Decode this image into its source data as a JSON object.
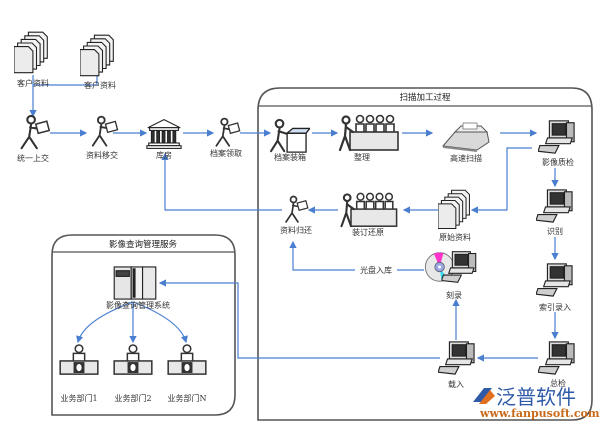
{
  "diagram": {
    "colors": {
      "arrow": "#4a7fd0",
      "panel_border": "#555555",
      "logo_blue": "#2f5aa8",
      "logo_orange": "#e07020"
    },
    "panels": {
      "scan": {
        "title": "扫描加工过程"
      },
      "query": {
        "title": "影像查询管理服务"
      }
    },
    "nodes": {
      "customer_docs_1": {
        "label": "客户资料",
        "icon": "document-stack"
      },
      "customer_docs_2": {
        "label": "客户资料",
        "icon": "document-stack"
      },
      "unified_submit": {
        "label": "统一上交",
        "icon": "person-carrying"
      },
      "doc_transfer": {
        "label": "资料移交",
        "icon": "person-carrying"
      },
      "warehouse": {
        "label": "库房",
        "icon": "bank-building"
      },
      "archive_pickup": {
        "label": "档案领取",
        "icon": "person-carrying"
      },
      "archive_boxing": {
        "label": "档案装箱",
        "icon": "person-box"
      },
      "organize": {
        "label": "整理",
        "icon": "people-at-table"
      },
      "high_speed_scan": {
        "label": "高速扫描",
        "icon": "scanner"
      },
      "image_qc": {
        "label": "影像质检",
        "icon": "computer"
      },
      "recognize": {
        "label": "识别",
        "icon": "computer"
      },
      "index_entry": {
        "label": "索引录入",
        "icon": "computer"
      },
      "final_check": {
        "label": "总检",
        "icon": "computer"
      },
      "load": {
        "label": "载入",
        "icon": "computer"
      },
      "burn": {
        "label": "刻录",
        "icon": "cd-computer"
      },
      "original_docs": {
        "label": "原始资料",
        "icon": "document-stack"
      },
      "binding_restore": {
        "label": "装订还原",
        "icon": "people-at-table"
      },
      "doc_return": {
        "label": "资料归还",
        "icon": "person-carrying"
      },
      "query_system": {
        "label": "影像查询管理系统",
        "icon": "server"
      },
      "dept_1": {
        "label": "业务部门1",
        "icon": "person-at-desk"
      },
      "dept_2": {
        "label": "业务部门2",
        "icon": "person-at-desk"
      },
      "dept_n": {
        "label": "业务部门N",
        "icon": "person-at-desk"
      }
    },
    "edge_labels": {
      "cd_storage": "光盘入库"
    },
    "logo": {
      "name": "泛普软件",
      "url": "www.fanpusoft.com"
    }
  }
}
